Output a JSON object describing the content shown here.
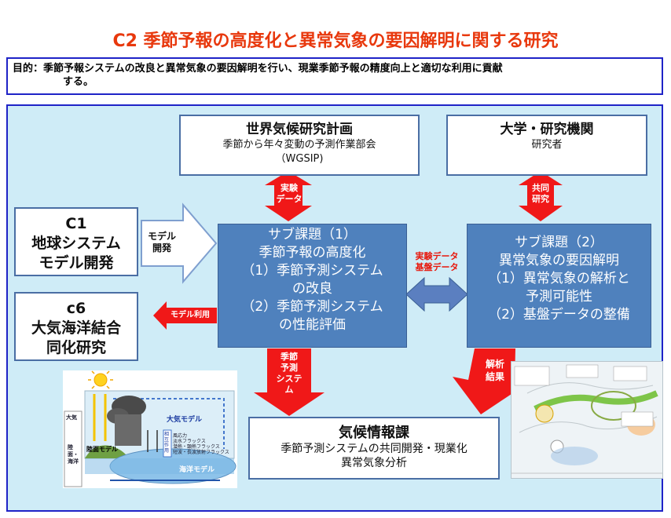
{
  "title": "C2 季節予報の高度化と異常気象の要因解明に関する研究",
  "purpose": {
    "line1": "目的：季節予報システムの改良と異常気象の要因解明を行い、現業季節予報の精度向上と適切な利用に貢献",
    "line2": "する。"
  },
  "wgsip": {
    "title": "世界気候研究計画",
    "line1": "季節から年々変動の予測作業部会",
    "line2": "（WGSIP)"
  },
  "univ": {
    "title": "大学・研究機関",
    "line1": "研究者"
  },
  "c1": {
    "line1": "C1",
    "line2": "地球システム",
    "line3": "モデル開発"
  },
  "c6": {
    "line1": "c6",
    "line2": "大気海洋結合",
    "line3": "同化研究"
  },
  "sub1": {
    "l1": "サブ課題（1）",
    "l2": "季節予報の高度化",
    "l3": "（1）季節予測システム",
    "l4": "の改良",
    "l5": "（2）季節予測システム",
    "l6": "の性能評価"
  },
  "sub2": {
    "l1": "サブ課題（2）",
    "l2": "異常気象の要因解明",
    "l3": "（1）異常気象の解析と",
    "l4": "予測可能性",
    "l5": "（2）基盤データの整備"
  },
  "kiko": {
    "title": "気候情報課",
    "line1": "季節予測システムの共同開発・現業化",
    "line2": "異常気象分析"
  },
  "arrows": {
    "jikken_1": "実験",
    "jikken_2": "データ",
    "kyodo_1": "共同",
    "kyodo_2": "研究",
    "model_dev_1": "モデル",
    "model_dev_2": "開発",
    "model_use": "モデル利用",
    "exchange_1": "実験データ",
    "exchange_2": "基盤データ",
    "kisetsu_1": "季節",
    "kisetsu_2": "予測",
    "kisetsu_3": "システ",
    "kisetsu_4": "ム",
    "kaiseki_1": "解析",
    "kaiseki_2": "結果"
  },
  "model_illustration": {
    "atmosphere_label": "大気モデル",
    "land_label": "陸面モデル",
    "ocean_label": "海洋モデル",
    "side_atmos": "大気",
    "side_land": "陸面・海洋",
    "coupling": "相互作用",
    "fluxes": [
      "風応力",
      "淡水フラックス",
      "潜熱・顕熱フラックス",
      "短波・長波放射フラックス"
    ]
  },
  "colors": {
    "title_red": "#e8380d",
    "frame_blue": "#1f23c7",
    "panel_bg": "#cfecf7",
    "subtask_blue": "#4f81bd",
    "arrow_red": "#f01818",
    "arrow_blue": "#5b7fc0"
  }
}
